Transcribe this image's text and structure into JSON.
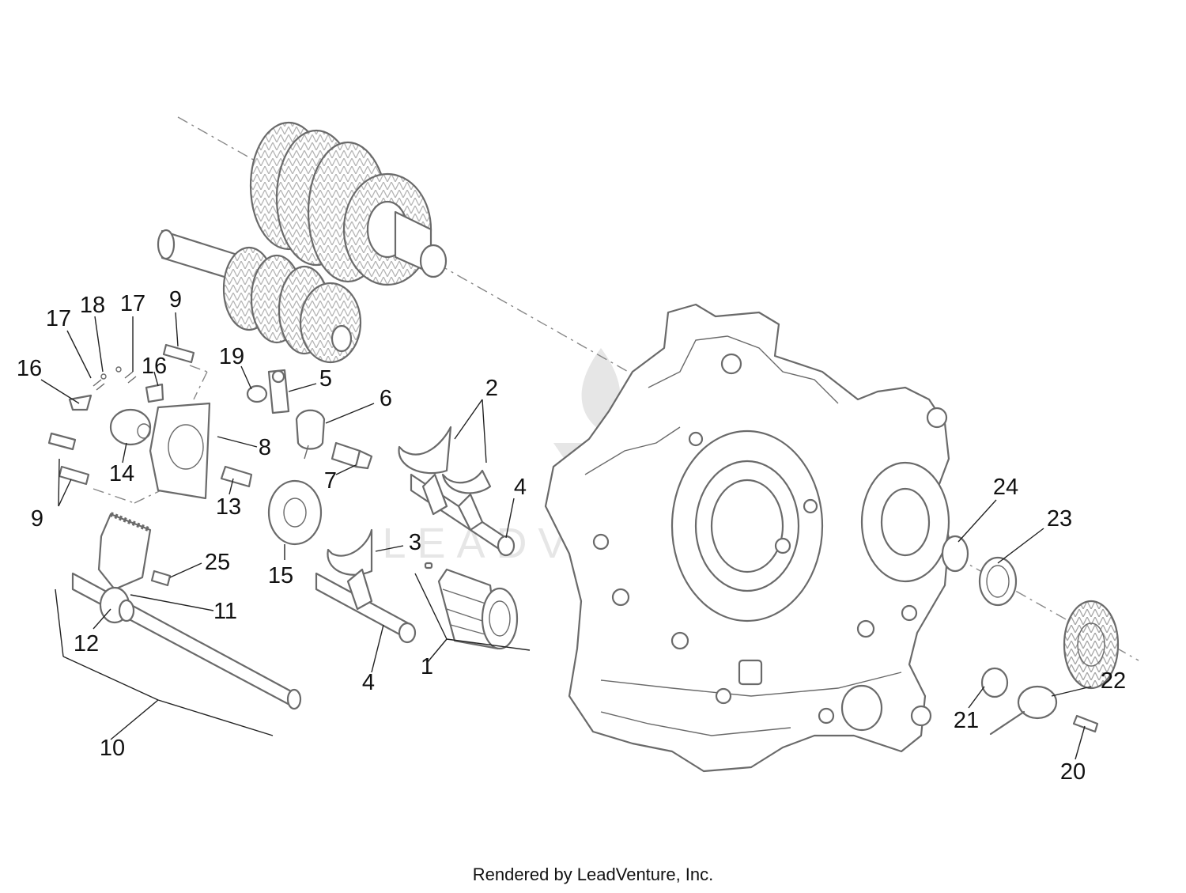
{
  "diagram": {
    "callouts": [
      "1",
      "2",
      "3",
      "4",
      "5",
      "6",
      "7",
      "8",
      "9",
      "10",
      "11",
      "12",
      "13",
      "14",
      "15",
      "16",
      "17",
      "18",
      "19",
      "20",
      "21",
      "22",
      "23",
      "24",
      "25"
    ],
    "watermark_text": "LEADVENTURE"
  },
  "footer": {
    "credit": "Rendered by LeadVenture, Inc."
  },
  "colors": {
    "line": "#6a6a6a",
    "text": "#111111",
    "watermark": "#e6e6e6",
    "background": "#ffffff"
  }
}
